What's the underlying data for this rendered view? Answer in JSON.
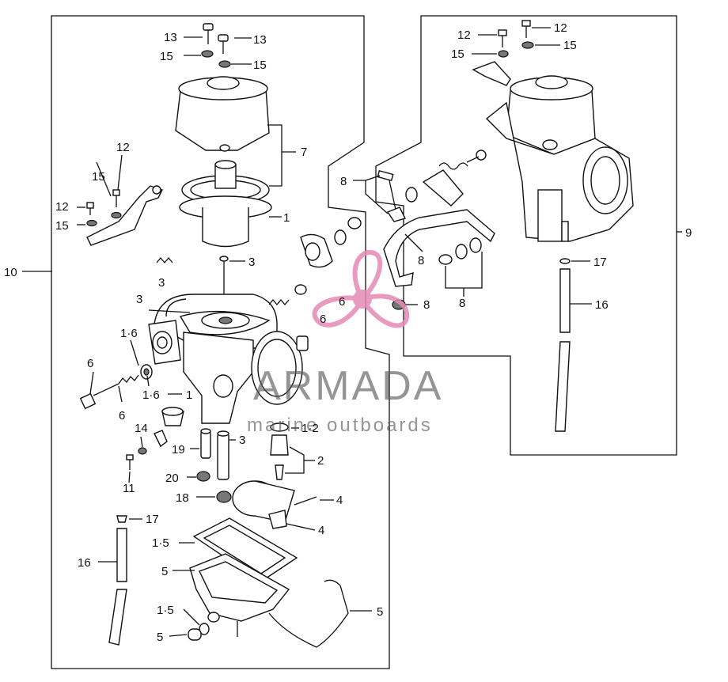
{
  "colors": {
    "line": "#111111",
    "watermark_text": "#5a5a5a",
    "watermark_logo": "#e58ab4",
    "background": "#ffffff"
  },
  "watermark": {
    "brand": "ARMADA",
    "tagline": "marine outboards",
    "logo_icon": "propeller-logo-icon"
  },
  "callouts": [
    {
      "id": "c13a",
      "text": "13"
    },
    {
      "id": "c13b",
      "text": "13"
    },
    {
      "id": "c15a",
      "text": "15"
    },
    {
      "id": "c15b",
      "text": "15"
    },
    {
      "id": "c7",
      "text": "7"
    },
    {
      "id": "c1a",
      "text": "1"
    },
    {
      "id": "c12a",
      "text": "12"
    },
    {
      "id": "c15c",
      "text": "15"
    },
    {
      "id": "c12b",
      "text": "12"
    },
    {
      "id": "c15d",
      "text": "15"
    },
    {
      "id": "c10",
      "text": "10"
    },
    {
      "id": "c3a",
      "text": "3"
    },
    {
      "id": "c3b",
      "text": "3"
    },
    {
      "id": "c3c",
      "text": "3"
    },
    {
      "id": "c6a",
      "text": "6"
    },
    {
      "id": "c6b",
      "text": "6"
    },
    {
      "id": "c16a",
      "text": "1·6"
    },
    {
      "id": "c6c",
      "text": "6"
    },
    {
      "id": "c16b",
      "text": "1·6"
    },
    {
      "id": "c1b",
      "text": "1"
    },
    {
      "id": "c6d",
      "text": "6"
    },
    {
      "id": "c14",
      "text": "14"
    },
    {
      "id": "c19",
      "text": "19"
    },
    {
      "id": "c3d",
      "text": "3"
    },
    {
      "id": "c12c",
      "text": "1·2"
    },
    {
      "id": "c2",
      "text": "2"
    },
    {
      "id": "c11",
      "text": "11"
    },
    {
      "id": "c20",
      "text": "20"
    },
    {
      "id": "c18",
      "text": "18"
    },
    {
      "id": "c4a",
      "text": "4"
    },
    {
      "id": "c4b",
      "text": "4"
    },
    {
      "id": "c17a",
      "text": "17"
    },
    {
      "id": "c15e",
      "text": "1·5"
    },
    {
      "id": "c16c",
      "text": "16"
    },
    {
      "id": "c5a",
      "text": "5"
    },
    {
      "id": "c5b",
      "text": "5"
    },
    {
      "id": "c15f",
      "text": "1·5"
    },
    {
      "id": "c5c",
      "text": "5"
    },
    {
      "id": "c5d",
      "text": "5"
    },
    {
      "id": "c12d",
      "text": "12"
    },
    {
      "id": "c12e",
      "text": "12"
    },
    {
      "id": "c15g",
      "text": "15"
    },
    {
      "id": "c15h",
      "text": "15"
    },
    {
      "id": "c8a",
      "text": "8"
    },
    {
      "id": "c8b",
      "text": "8"
    },
    {
      "id": "c8c",
      "text": "8"
    },
    {
      "id": "c8d",
      "text": "8"
    },
    {
      "id": "c9",
      "text": "9"
    },
    {
      "id": "c17b",
      "text": "17"
    },
    {
      "id": "c16d",
      "text": "16"
    }
  ]
}
